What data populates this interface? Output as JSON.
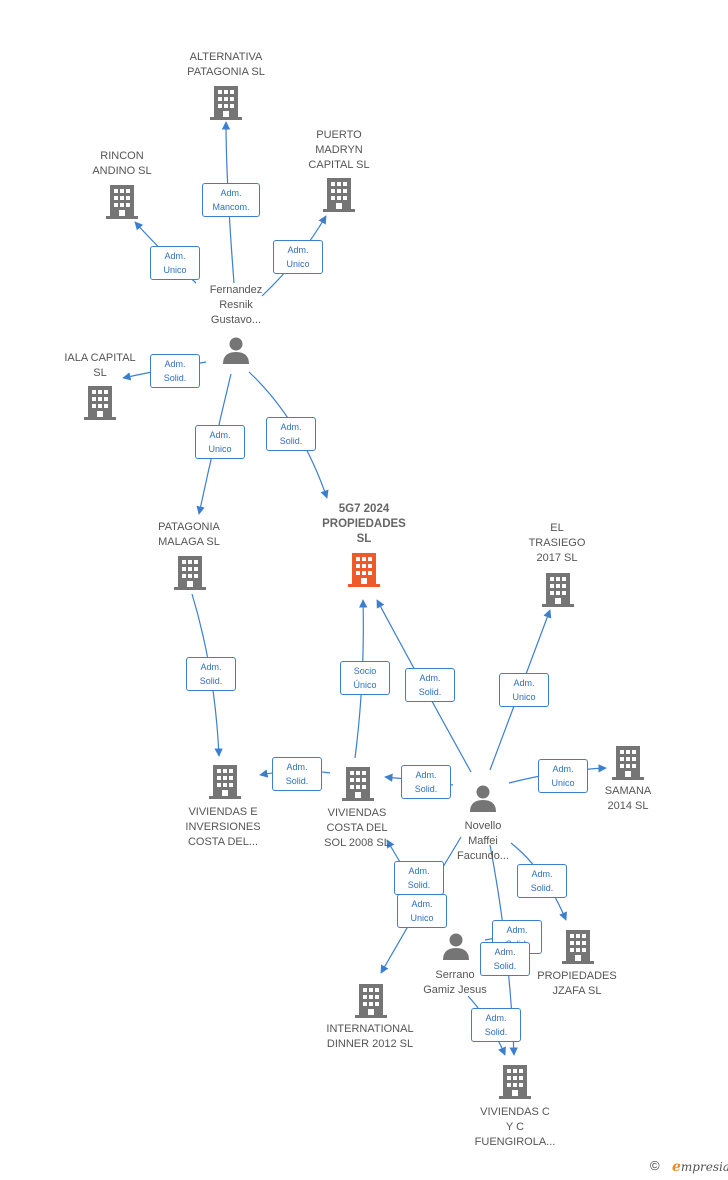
{
  "colors": {
    "edge": "#3d7fcf",
    "building": "#757575",
    "highlight": "#f05a28",
    "person": "#757575"
  },
  "nodes": [
    {
      "id": "alternativa",
      "type": "company",
      "label": "ALTERNATIVA\nPATAGONIA  SL"
    },
    {
      "id": "rincon",
      "type": "company",
      "label": "RINCON\nANDINO  SL"
    },
    {
      "id": "puerto",
      "type": "company",
      "label": "PUERTO\nMADRYN\nCAPITAL  SL"
    },
    {
      "id": "fernandez",
      "type": "person",
      "label": "Fernandez\nResnik\nGustavo..."
    },
    {
      "id": "iala",
      "type": "company",
      "label": "IALA CAPITAL\nSL"
    },
    {
      "id": "patagonia_malaga",
      "type": "company",
      "label": "PATAGONIA\nMALAGA  SL"
    },
    {
      "id": "main",
      "type": "company",
      "highlight": true,
      "label": "5G7 2024\nPROPIEDADES\nSL"
    },
    {
      "id": "trasiego",
      "type": "company",
      "label": "EL\nTRASIEGO\n2017  SL"
    },
    {
      "id": "viv_inversiones",
      "type": "company",
      "label": "VIVIENDAS E\nINVERSIONES\nCOSTA DEL..."
    },
    {
      "id": "viv_costa",
      "type": "company",
      "label": "VIVIENDAS\nCOSTA DEL\nSOL 2008 SL"
    },
    {
      "id": "novello",
      "type": "person",
      "label": "Novello\nMaffei\nFacundo..."
    },
    {
      "id": "samana",
      "type": "company",
      "label": "SAMANA\n2014  SL"
    },
    {
      "id": "serrano",
      "type": "person",
      "label": "Serrano\nGamiz Jesus"
    },
    {
      "id": "jzafa",
      "type": "company",
      "label": "PROPIEDADES\nJZAFA  SL"
    },
    {
      "id": "international",
      "type": "company",
      "label": "INTERNATIONAL\nDINNER 2012 SL"
    },
    {
      "id": "viv_cyc",
      "type": "company",
      "label": "VIVIENDAS C\nY C\nFUENGIROLA..."
    }
  ],
  "edges": [
    {
      "from": "fernandez",
      "to": "alternativa",
      "label": "Adm.\nMancom."
    },
    {
      "from": "fernandez",
      "to": "rincon",
      "label": "Adm.\nUnico"
    },
    {
      "from": "fernandez",
      "to": "puerto",
      "label": "Adm.\nUnico"
    },
    {
      "from": "fernandez",
      "to": "iala",
      "label": "Adm.\nSolid."
    },
    {
      "from": "fernandez",
      "to": "patagonia_malaga",
      "label": "Adm.\nUnico"
    },
    {
      "from": "fernandez",
      "to": "main",
      "label": "Adm.\nSolid."
    },
    {
      "from": "patagonia_malaga",
      "to": "viv_inversiones",
      "label": "Adm.\nSolid."
    },
    {
      "from": "viv_costa",
      "to": "main",
      "label": "Socio\nÚnico"
    },
    {
      "from": "novello",
      "to": "main",
      "label": "Adm.\nSolid."
    },
    {
      "from": "novello",
      "to": "trasiego",
      "label": "Adm.\nUnico"
    },
    {
      "from": "viv_costa",
      "to": "viv_inversiones",
      "label": "Adm.\nSolid."
    },
    {
      "from": "novello",
      "to": "viv_costa",
      "label": "Adm.\nSolid."
    },
    {
      "from": "novello",
      "to": "samana",
      "label": "Adm.\nUnico"
    },
    {
      "from": "novello",
      "to": "jzafa",
      "label": "Adm.\nSolid."
    },
    {
      "from": "serrano",
      "to": "viv_costa",
      "label": "Adm.\nSolid."
    },
    {
      "from": "novello",
      "to": "international",
      "label": "Adm.\nUnico"
    },
    {
      "from": "serrano",
      "to": "jzafa",
      "label": "Adm.\nSolid."
    },
    {
      "from": "novello",
      "to": "viv_cyc",
      "label": "Adm.\nSolid."
    },
    {
      "from": "serrano",
      "to": "viv_cyc",
      "label": "Adm.\nSolid."
    }
  ],
  "footer": {
    "copyright": "©",
    "brand_initial": "e",
    "brand_rest": "mpresia"
  }
}
